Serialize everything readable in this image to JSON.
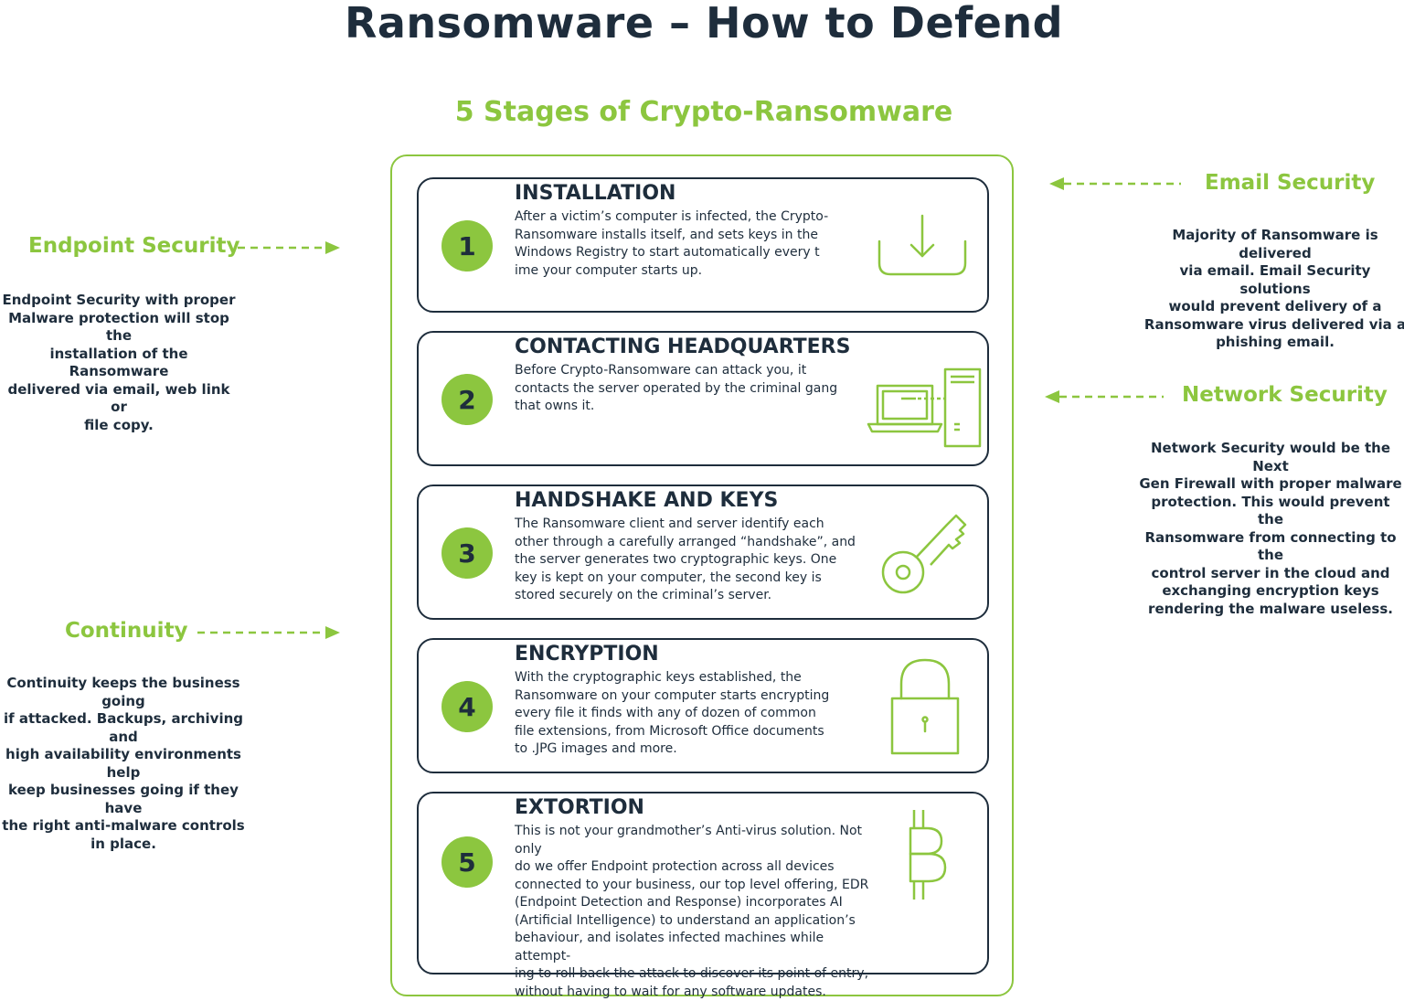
{
  "title": "Ransomware – How to Defend",
  "subtitle": "5 Stages of Crypto-Ransomware",
  "colors": {
    "accent": "#8cc63f",
    "text": "#1e2d3c",
    "background": "#ffffff"
  },
  "stages": [
    {
      "number": "1",
      "title": "INSTALLATION",
      "description": "After a victim’s computer is infected, the Crypto-\nRansomware installs itself, and sets keys in the\nWindows Registry to start automatically every t\nime your computer starts up.",
      "icon": "download-tray-icon"
    },
    {
      "number": "2",
      "title": "CONTACTING HEADQUARTERS",
      "description": "Before Crypto-Ransomware can attack you, it\ncontacts the server operated by the criminal gang\nthat owns it.",
      "icon": "laptop-server-icon"
    },
    {
      "number": "3",
      "title": "HANDSHAKE AND KEYS",
      "description": "The Ransomware client and server identify each\nother through a carefully arranged “handshake”, and\nthe server generates two cryptographic keys. One\nkey is kept on your computer, the second key is\nstored securely on the criminal’s server.",
      "icon": "key-icon"
    },
    {
      "number": "4",
      "title": "ENCRYPTION",
      "description": "With the cryptographic keys established, the\nRansomware on your computer starts encrypting\nevery file it finds with any of dozen of common\nfile extensions, from Microsoft Office documents\nto .JPG images and more.",
      "icon": "padlock-icon"
    },
    {
      "number": "5",
      "title": "EXTORTION",
      "description": "This is not your grandmother’s Anti-virus solution. Not only\ndo we offer Endpoint protection across all devices\nconnected to your business, our top level offering, EDR\n(Endpoint Detection and Response) incorporates AI\n(Artificial Intelligence) to understand an application’s\nbehaviour, and isolates infected machines while attempt-\ning to roll back the attack to discover its point of entry,\nwithout having to wait for any software updates.",
      "icon": "bitcoin-icon"
    }
  ],
  "defenses": {
    "endpoint": {
      "title": "Endpoint Security",
      "description": "Endpoint Security with proper\nMalware protection will stop the\ninstallation of the Ransomware\ndelivered via email, web link or\nfile copy."
    },
    "continuity": {
      "title": "Continuity",
      "description": "Continuity keeps the business going\nif attacked. Backups, archiving and\nhigh availability environments help\nkeep businesses going if they have\nthe right anti-malware controls\nin place."
    },
    "email": {
      "title": "Email Security",
      "description": "Majority of Ransomware is delivered\nvia email. Email Security solutions\nwould prevent delivery of a\nRansomware virus delivered via a\nphishing email."
    },
    "network": {
      "title": "Network Security",
      "description": "Network Security would be the Next\nGen Firewall with proper malware\nprotection. This would prevent the\nRansomware from connecting to the\ncontrol server in the cloud and\nexchanging encryption keys\nrendering the malware useless."
    }
  }
}
